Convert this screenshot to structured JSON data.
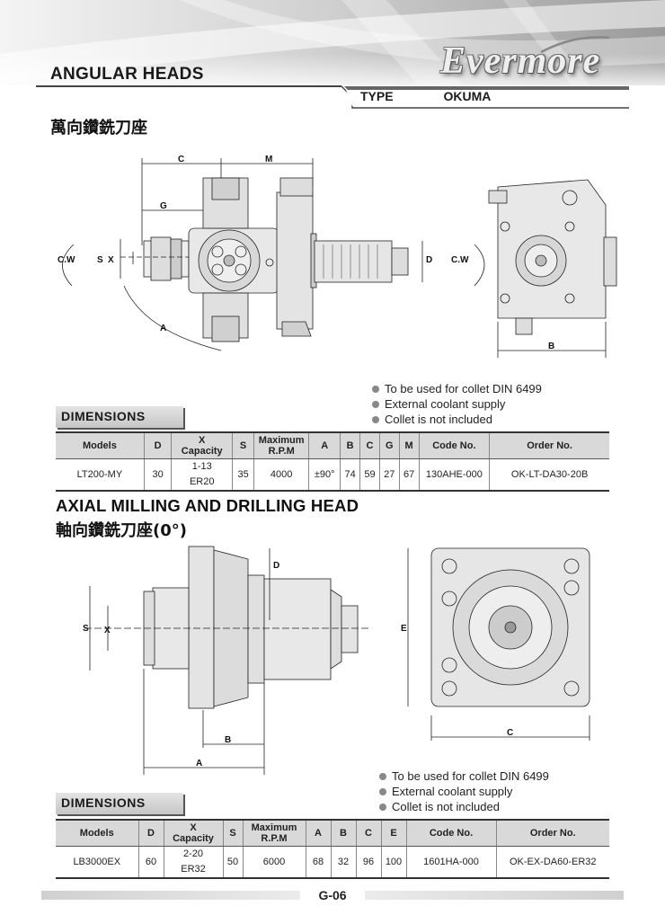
{
  "header": {
    "section_title": "ANGULAR HEADS",
    "logo_text": "Evermore",
    "type_label": "TYPE",
    "type_value": "OKUMA"
  },
  "section1": {
    "chinese_title": "萬向鑽銑刀座",
    "drawing_labels": {
      "C": "C",
      "M": "M",
      "G": "G",
      "A": "A",
      "S": "S",
      "X": "X",
      "D": "D",
      "B": "B",
      "CW_left": "C.W",
      "CW_right": "C.W"
    },
    "notes": [
      "To be used for collet DIN 6499",
      "External coolant supply",
      "Collet is not included"
    ],
    "dimensions_label": "DIMENSIONS",
    "table": {
      "headers": [
        "Models",
        "D",
        "X Capacity",
        "S",
        "Maximum R.P.M",
        "A",
        "B",
        "C",
        "G",
        "M",
        "Code No.",
        "Order No."
      ],
      "header_lines": [
        [
          "Models"
        ],
        [
          "D"
        ],
        [
          "X",
          "Capacity"
        ],
        [
          "S"
        ],
        [
          "Maximum",
          "R.P.M"
        ],
        [
          "A"
        ],
        [
          "B"
        ],
        [
          "C"
        ],
        [
          "G"
        ],
        [
          "M"
        ],
        [
          "Code No."
        ],
        [
          "Order No."
        ]
      ],
      "row": {
        "model": "LT200-MY",
        "d": "30",
        "x_cap_1": "1-13",
        "x_cap_2": "ER20",
        "s": "35",
        "rpm": "4000",
        "a": "±90°",
        "b": "74",
        "c": "59",
        "g": "27",
        "m": "67",
        "code": "130AHE-000",
        "order": "OK-LT-DA30-20B"
      }
    }
  },
  "section2": {
    "title": "AXIAL MILLING AND DRILLING HEAD",
    "chinese_title": "軸向鑽銑刀座(0°)",
    "drawing_labels": {
      "D": "D",
      "S": "S",
      "X": "X",
      "B": "B",
      "A": "A",
      "E": "E",
      "C": "C"
    },
    "notes": [
      "To be used for collet DIN 6499",
      "External coolant supply",
      "Collet is not included"
    ],
    "dimensions_label": "DIMENSIONS",
    "table": {
      "header_lines": [
        [
          "Models"
        ],
        [
          "D"
        ],
        [
          "X",
          "Capacity"
        ],
        [
          "S"
        ],
        [
          "Maximum",
          "R.P.M"
        ],
        [
          "A"
        ],
        [
          "B"
        ],
        [
          "C"
        ],
        [
          "E"
        ],
        [
          "Code No."
        ],
        [
          "Order No."
        ]
      ],
      "row": {
        "model": "LB3000EX",
        "d": "60",
        "x_cap_1": "2-20",
        "x_cap_2": "ER32",
        "s": "50",
        "rpm": "6000",
        "a": "68",
        "b": "32",
        "c": "96",
        "e": "100",
        "code": "1601HA-000",
        "order": "OK-EX-DA60-ER32"
      }
    }
  },
  "footer": {
    "page_number": "G-06"
  }
}
